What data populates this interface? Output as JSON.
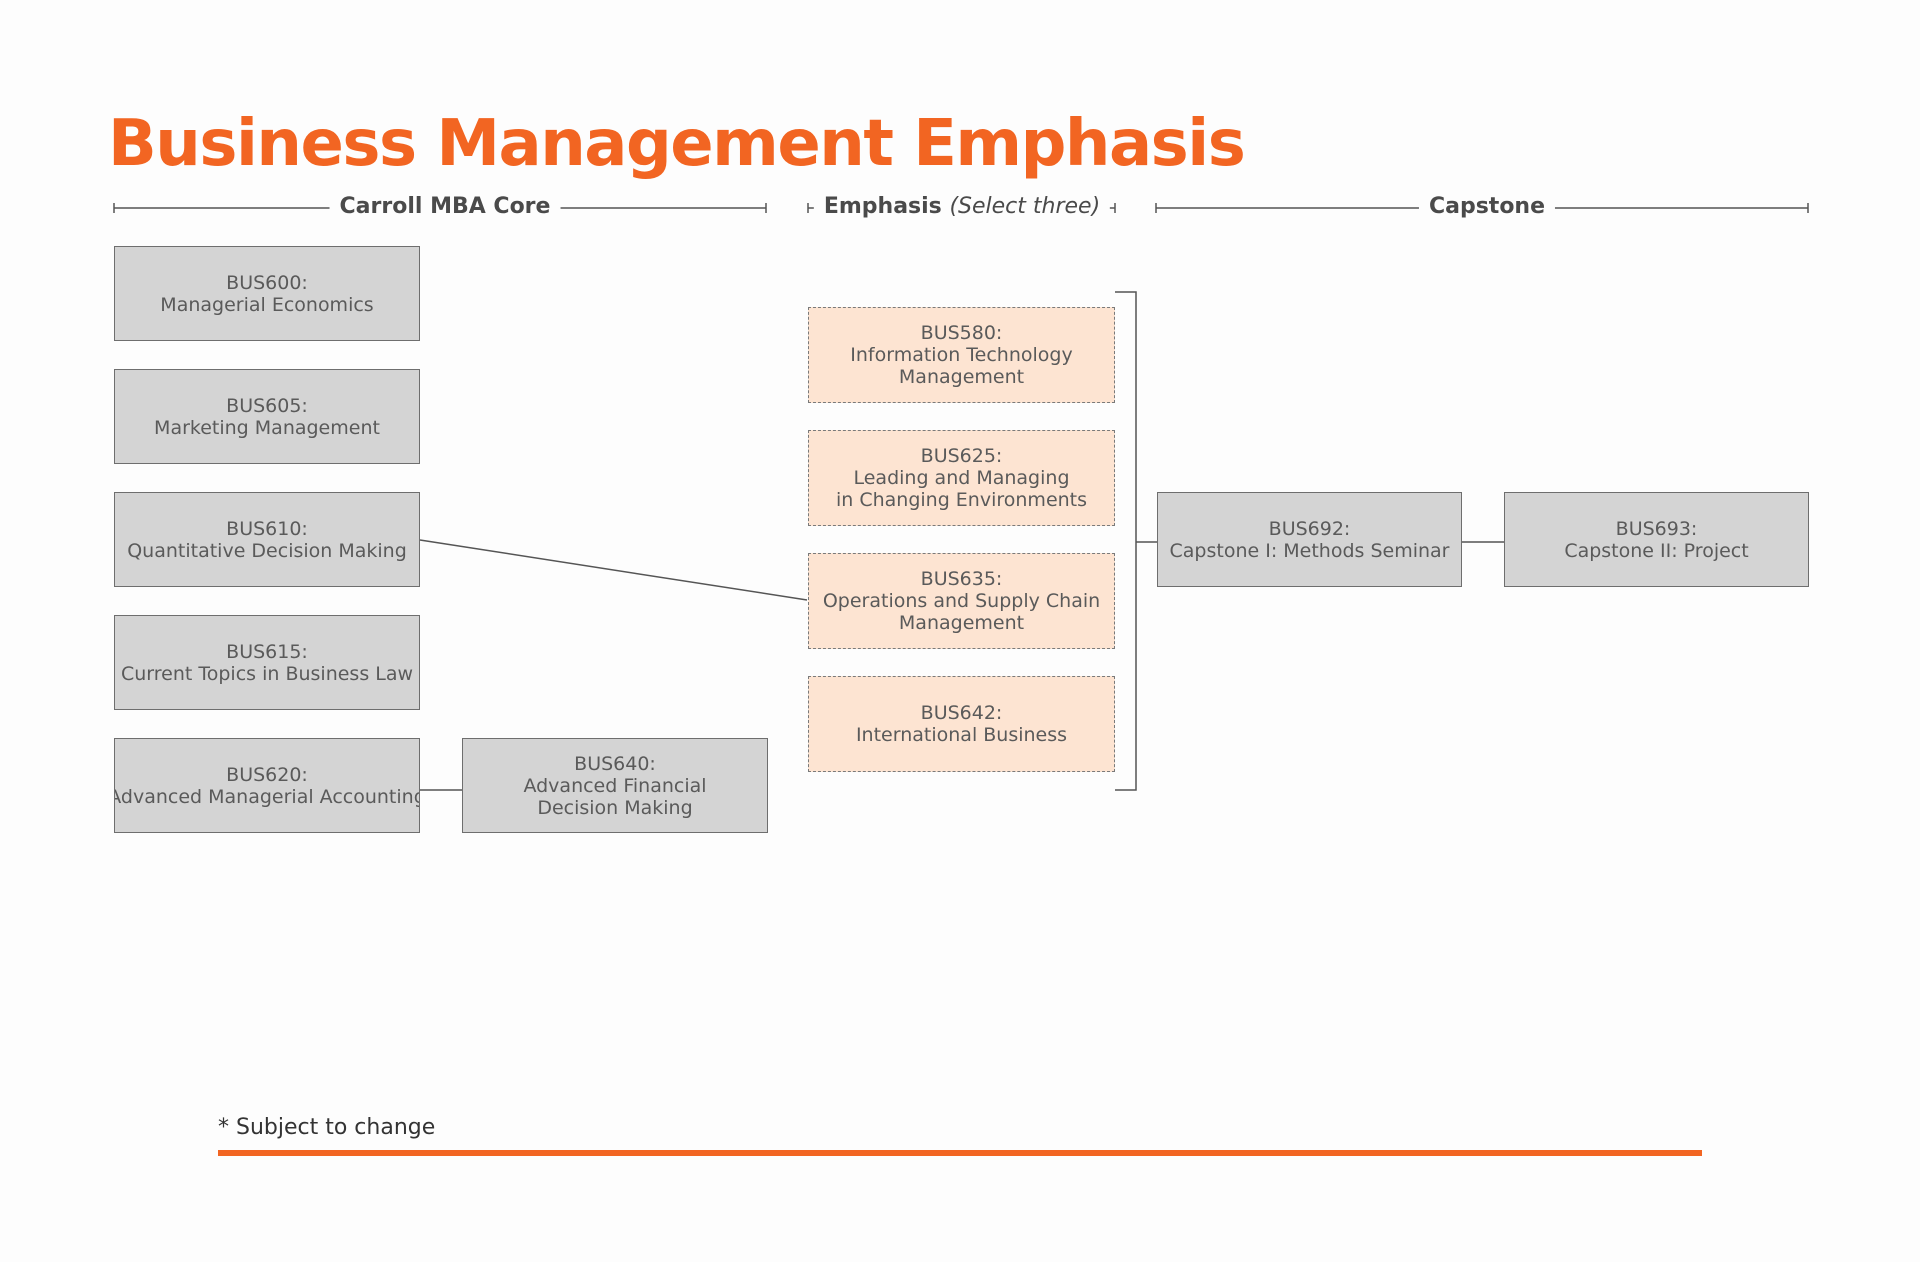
{
  "title": "Business Management Emphasis",
  "colors": {
    "accent": "#f26522",
    "core_fill": "#d4d4d4",
    "elective_fill": "#fde4d2"
  },
  "sections": {
    "core": "Carroll MBA Core",
    "emphasis": "Emphasis",
    "emphasis_note": "(Select three)",
    "capstone": "Capstone"
  },
  "courses": {
    "bus600": {
      "code": "BUS600:",
      "line1": "Managerial Economics"
    },
    "bus605": {
      "code": "BUS605:",
      "line1": "Marketing Management"
    },
    "bus610": {
      "code": "BUS610:",
      "line1": "Quantitative Decision Making"
    },
    "bus615": {
      "code": "BUS615:",
      "line1": "Current Topics in Business Law"
    },
    "bus620": {
      "code": "BUS620:",
      "line1": "Advanced Managerial Accounting"
    },
    "bus640": {
      "code": "BUS640:",
      "line1": "Advanced Financial",
      "line2": "Decision Making"
    },
    "bus580": {
      "code": "BUS580:",
      "line1": "Information Technology",
      "line2": "Management"
    },
    "bus625": {
      "code": "BUS625:",
      "line1": "Leading and Managing",
      "line2": "in Changing Environments"
    },
    "bus635": {
      "code": "BUS635:",
      "line1": "Operations and Supply Chain",
      "line2": "Management"
    },
    "bus642": {
      "code": "BUS642:",
      "line1": "International Business"
    },
    "bus692": {
      "code": "BUS692:",
      "line1": "Capstone I: Methods Seminar"
    },
    "bus693": {
      "code": "BUS693:",
      "line1": "Capstone II: Project"
    }
  },
  "footnote": "* Subject to change"
}
